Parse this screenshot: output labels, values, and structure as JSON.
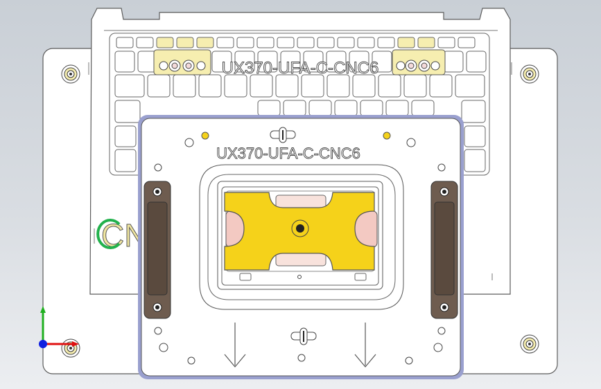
{
  "drawing": {
    "background_top": "#c9cfd6",
    "background_bottom": "#eceef1",
    "part_color": "#ffffff",
    "edge_color": "#5b5b5b",
    "highlight_yellow": "#f5d21a",
    "light_yellow": "#f6eeb0",
    "insert_pink": "#f3c9c2",
    "clamp_brown": "#6e5c4f",
    "frame_blue": "#9aa0cf"
  },
  "labels": {
    "upper_engraving": "UX370-UFA-C-CNC6",
    "plate_engraving": "UX370-UFA-C-CNC6",
    "partial_logo": "CN"
  },
  "triad": {
    "x_axis_color": "#e01010",
    "y_axis_color": "#20b020",
    "z_axis_color": "#1020e0"
  }
}
